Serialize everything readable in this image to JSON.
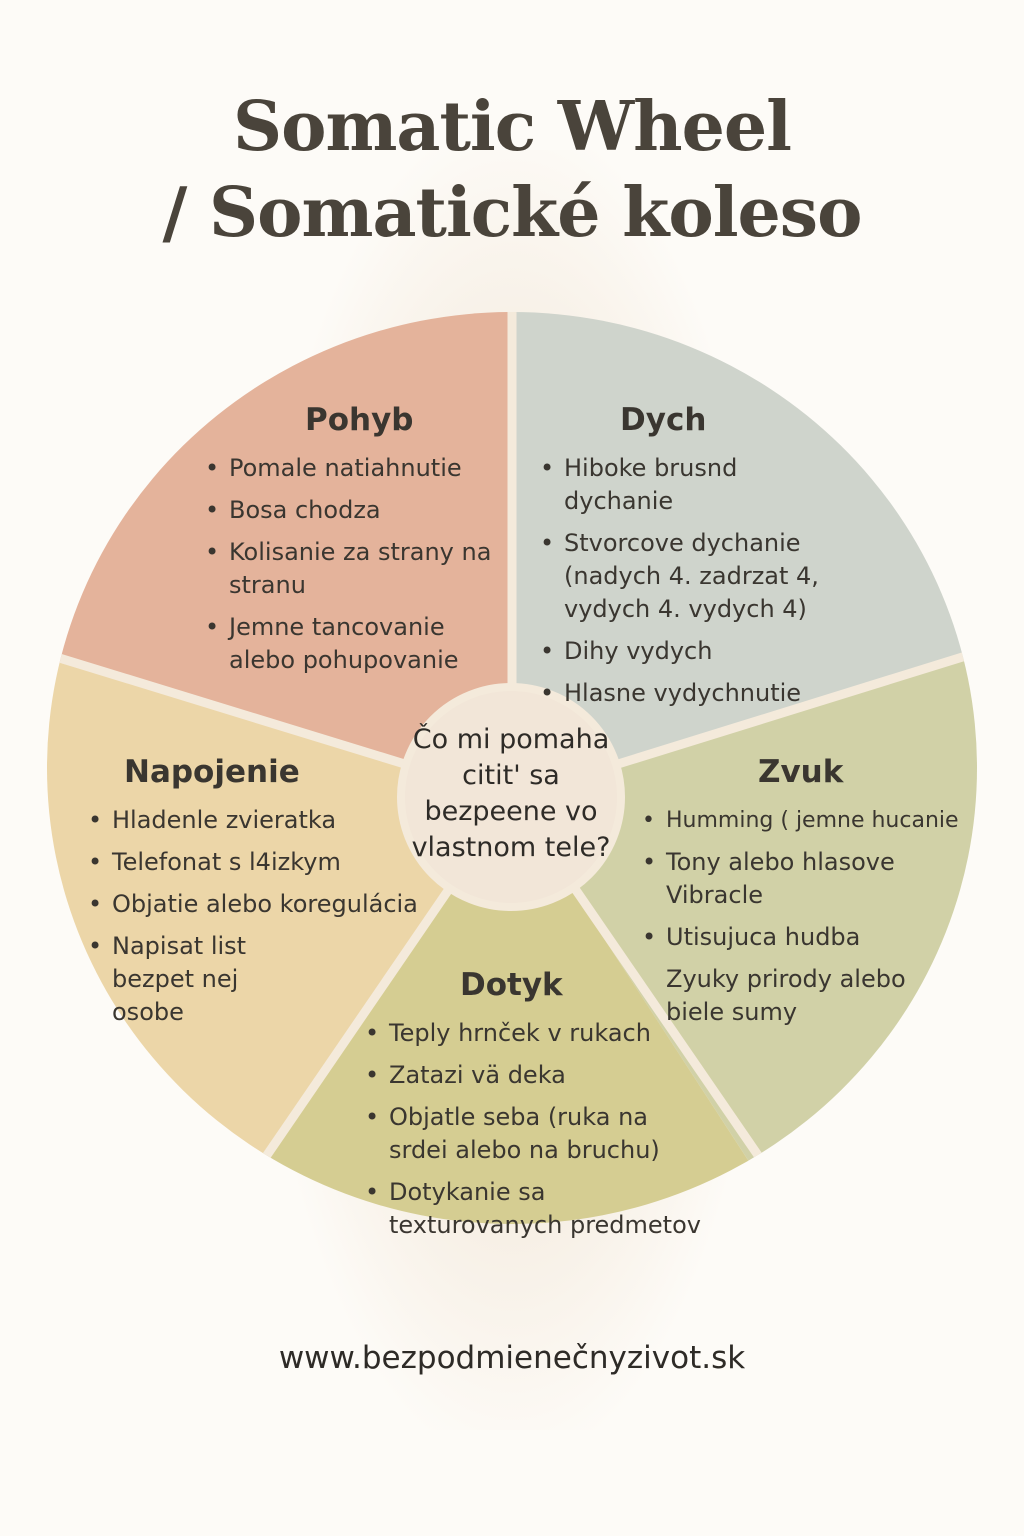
{
  "title": {
    "line1": "Somatic Wheel",
    "line2": "/ Somatické koleso"
  },
  "colors": {
    "pohyb": "#e4b39b",
    "dych": "#cfd4cc",
    "zvuk": "#d1d1a7",
    "dotyk": "#d5cd92",
    "napojenie": "#ecd6a8",
    "divider": "#f4eadb",
    "hub": "#f2e6d8"
  },
  "center_question": "Čo mi pomaha citit' sa bezpeene vo vlastnom tele?",
  "sections": {
    "pohyb": {
      "heading": "Pohyb",
      "items": [
        "Pomale natiahnutie",
        "Bosa chodza",
        "Kolisanie za strany na stranu",
        "Jemne tancovanie alebo pohupovanie"
      ]
    },
    "dych": {
      "heading": "Dych",
      "items": [
        "Hiboke brusnd dychanie",
        "Stvorcove dychanie (nadych 4. zadrzat 4, vydych 4. vydych 4)",
        "Dihy vydych",
        "Hlasne vydychnutie"
      ]
    },
    "napojenie": {
      "heading": "Napojenie",
      "items": [
        "Hladenle zvieratka",
        "Telefonat s l4izkym",
        "Objatie alebo koregulácia",
        "Napisat list bezpet nej osobe"
      ]
    },
    "zvuk": {
      "heading": "Zvuk",
      "items": [
        "Humming ( jemne hucanie",
        "Tony alebo hlasove Vibracle",
        "Utisujuca hudba",
        "Zyuky prirody alebo biele sumy"
      ]
    },
    "dotyk": {
      "heading": "Dotyk",
      "items": [
        "Teply hrnček v rukach",
        "Zatazi vä deka",
        "Objatle seba (ruka na srdei alebo na bruchu)",
        "Dotykanie sa texturovanych predmetov"
      ]
    }
  },
  "footer": "www.bezpodmienečnyzivot.sk"
}
